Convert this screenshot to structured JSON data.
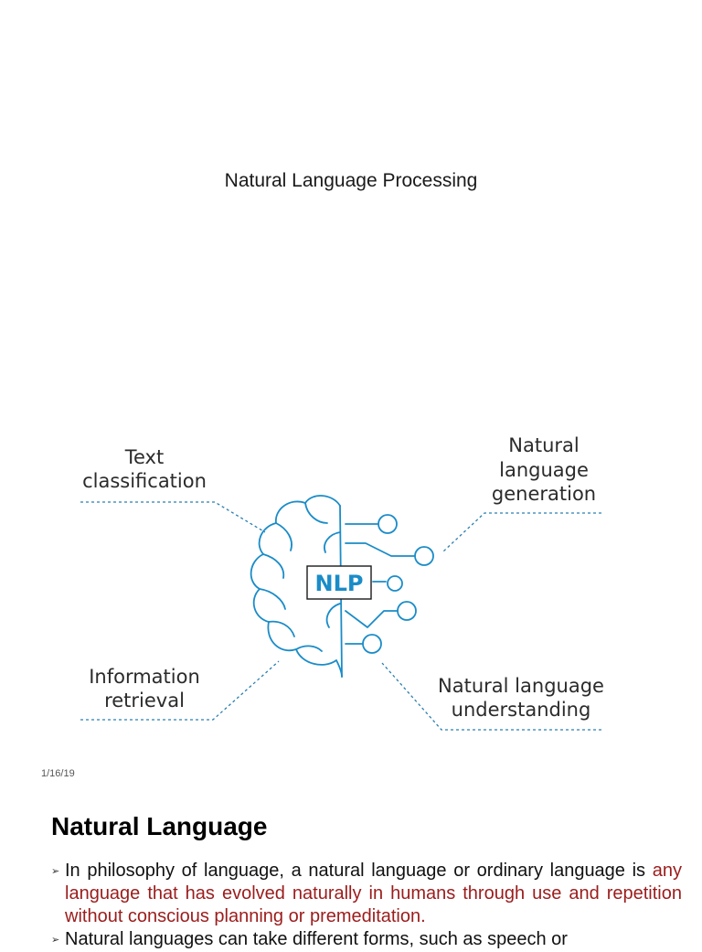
{
  "slide1": {
    "title": "Natural Language Processing",
    "date": "1/16/19",
    "diagram": {
      "center_label": "NLP",
      "top_left": [
        "Text",
        "classification"
      ],
      "top_right": [
        "Natural",
        "language",
        "generation"
      ],
      "bottom_left": [
        "Information",
        "retrieval"
      ],
      "bottom_right": [
        "Natural language",
        "understanding"
      ],
      "accent_color": "#1a8cc8",
      "line_color": "#2a7fb0"
    }
  },
  "slide2": {
    "heading": "Natural Language",
    "bullet_marker": "➢",
    "bullet1": {
      "plain": "In philosophy of language, a natural language or ordinary language is ",
      "highlight": "any language that has evolved naturally in humans through use and repetition without conscious planning or premeditation."
    },
    "bullet2": {
      "plain": "Natural languages can take different forms, such as speech or"
    },
    "highlight_color": "#9b1c1c"
  }
}
